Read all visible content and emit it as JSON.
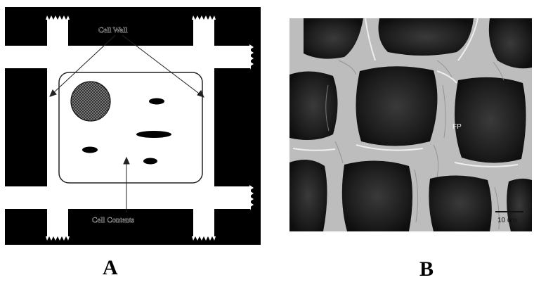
{
  "panel_a": {
    "letter": "A",
    "label_cell_wall": "Cell Wall",
    "label_cell_contents": "Cell Contents"
  },
  "panel_b": {
    "letter": "B",
    "label_fp": "FP",
    "scale_bar_label": "10 um"
  },
  "colors": {
    "background": "#ffffff",
    "wall_dark": "#000000",
    "lumen_white": "#ffffff",
    "sem_gray_dark": "#2b2b2b",
    "sem_gray_light": "#cfcfcf"
  }
}
